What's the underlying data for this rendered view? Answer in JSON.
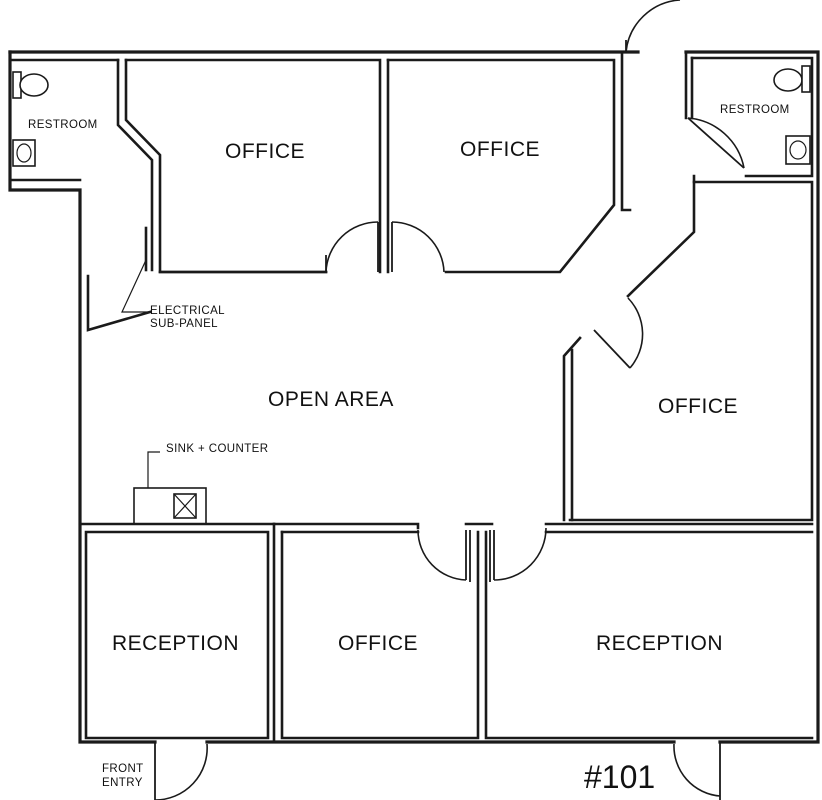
{
  "rooms": {
    "restroom_left": "RESTROOM",
    "restroom_right": "RESTROOM",
    "office_top_left": "OFFICE",
    "office_top_mid": "OFFICE",
    "office_right": "OFFICE",
    "office_bottom": "OFFICE",
    "open_area": "OPEN AREA",
    "reception_left": "RECEPTION",
    "reception_right": "RECEPTION"
  },
  "annotations": {
    "electrical_line1": "ELECTRICAL",
    "electrical_line2": "SUB-PANEL",
    "sink_counter": "SINK + COUNTER",
    "front_entry_line1": "FRONT",
    "front_entry_line2": "ENTRY"
  },
  "unit_number": "#101"
}
